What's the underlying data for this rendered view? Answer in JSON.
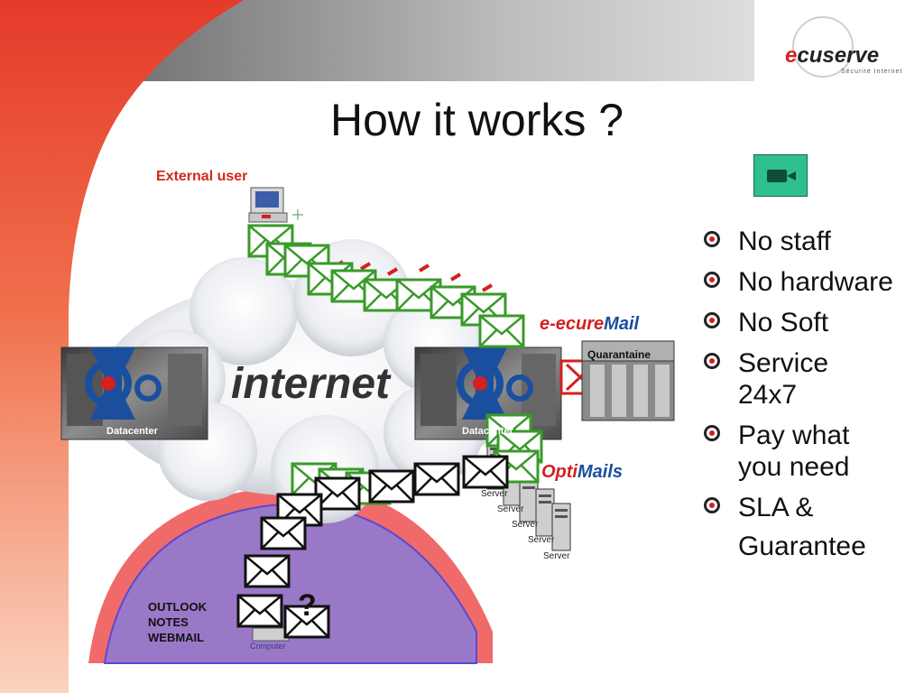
{
  "slide": {
    "title": "How it works ?",
    "external_user": "External user",
    "internet_label": "internet",
    "datacenter_left": "Datacenter",
    "datacenter_right": "Datacenter",
    "quarantaine": "Quarantaine",
    "computer_label": "Computer",
    "question_mark": "?",
    "servers": [
      "Server",
      "Server",
      "Server",
      "Server",
      "Server"
    ],
    "client_apps": [
      "OUTLOOK",
      "NOTES",
      "WEBMAIL"
    ]
  },
  "logo": {
    "brand_first": "e",
    "brand_rest": "cuserve",
    "tagline": "Sécurité Internet"
  },
  "brands": {
    "esecuremail_a": "e-",
    "esecuremail_b": "ecure",
    "esecuremail_c": "Mail",
    "optimails_a": "Opti",
    "optimails_b": "Mails"
  },
  "bullets": {
    "b1": "No staff",
    "b2": "No hardware",
    "b3": "No Soft",
    "b4a": "Service",
    "b4b": "24x7",
    "b5a": "Pay what",
    "b5b": "you need",
    "b6a": "SLA &",
    "b6b": "Guarantee"
  },
  "colors": {
    "accent_red": "#d42020",
    "brand_blue": "#1a4fa0",
    "envelope_green": "#3a9a2a",
    "zone_purple": "#9a78c8",
    "zone_ring": "#f06a6a",
    "camera_green": "#2fbf8f"
  },
  "icons": {
    "bullet": "target-bullet-icon",
    "video": "video-camera-icon",
    "envelope": "envelope-icon",
    "server": "server-tower-icon"
  }
}
